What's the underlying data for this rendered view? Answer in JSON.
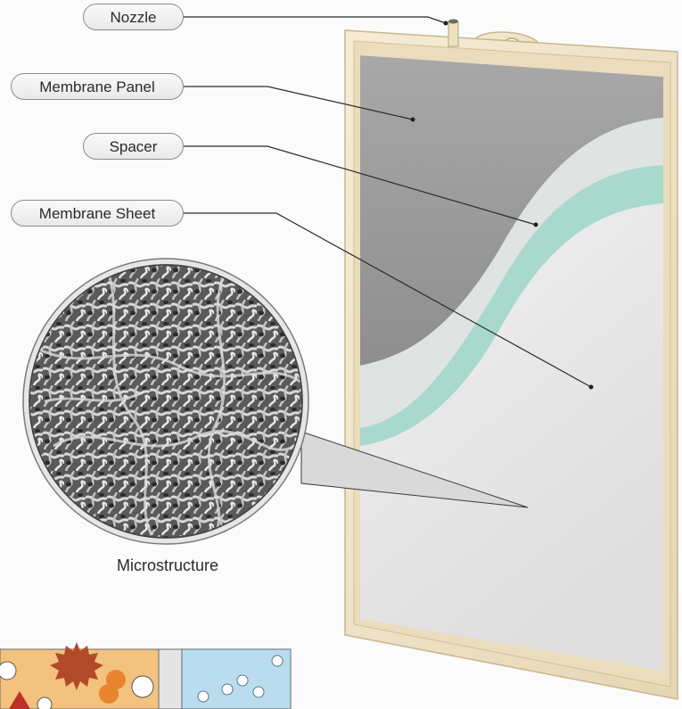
{
  "labels": {
    "nozzle": "Nozzle",
    "membrane_panel": "Membrane Panel",
    "spacer": "Spacer",
    "membrane_sheet": "Membrane Sheet"
  },
  "caption": "Microstructure",
  "colors": {
    "frame": "#efe3c8",
    "panel_gray": "#9d9d9d",
    "spacer_light": "#dfe2e0",
    "sheet_teal": "#a7d7cb",
    "sheet_white": "#f3f3f3",
    "micro_blue": "#b9dcef",
    "micro_orange": "#f2c27e"
  }
}
